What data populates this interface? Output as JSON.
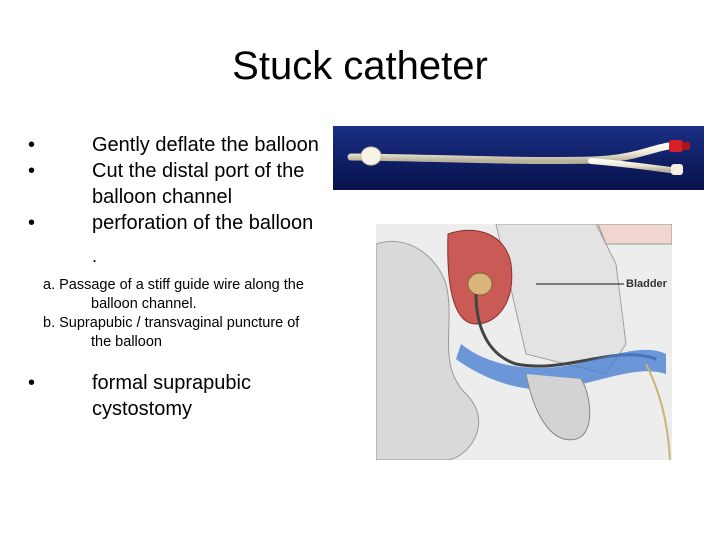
{
  "slide": {
    "title": "Stuck catheter",
    "bullets": [
      {
        "marker": "•",
        "text": "Gently deflate the balloon"
      },
      {
        "marker": "•",
        "text": "Cut the distal port of the"
      },
      {
        "marker": "",
        "text": "balloon channel"
      },
      {
        "marker": "•",
        "text": "perforation of the balloon"
      }
    ],
    "trailing_mark": ".",
    "sub_items": [
      {
        "line1": "a. Passage of a stiff guide wire along the",
        "line2": "balloon channel."
      },
      {
        "line1": "b. Suprapubic / transvaginal puncture of",
        "line2": "the balloon"
      }
    ],
    "last_bullet": {
      "marker": "•",
      "line1": "formal suprapubic",
      "line2": "cystostomy"
    }
  },
  "images": {
    "catheter": {
      "icon": "foley-catheter-photo"
    },
    "anatomy": {
      "icon": "pelvic-anatomy-illustration",
      "label": "Bladder"
    }
  },
  "colors": {
    "catheter_bg": "#0b1c63",
    "catheter_tube": "#f3efe2",
    "catheter_tip": "#d6202a",
    "tissue_red": "#c95a55",
    "tissue_blue": "#4a7fd1"
  }
}
